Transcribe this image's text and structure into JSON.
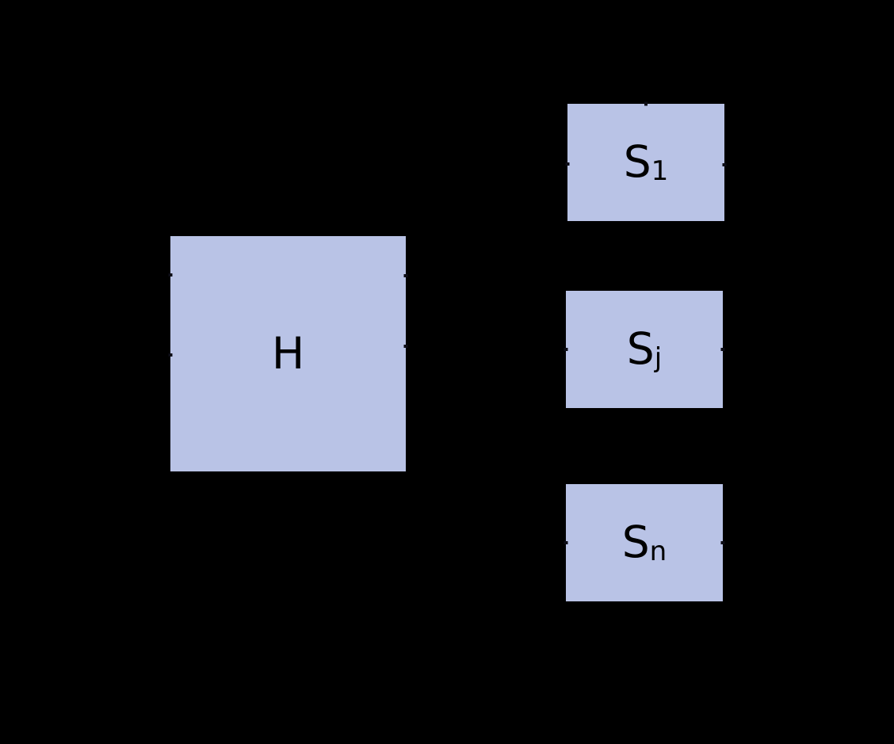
{
  "canvas": {
    "background": "#000000"
  },
  "colors": {
    "node_fill": "#b9c3e6",
    "node_text": "#000000"
  },
  "diagram": {
    "type": "hub-and-spokes",
    "hub": {
      "label": "H"
    },
    "spokes": [
      {
        "label_main": "S",
        "label_sub": "1"
      },
      {
        "label_main": "S",
        "label_sub": "j"
      },
      {
        "label_main": "S",
        "label_sub": "n"
      }
    ]
  }
}
